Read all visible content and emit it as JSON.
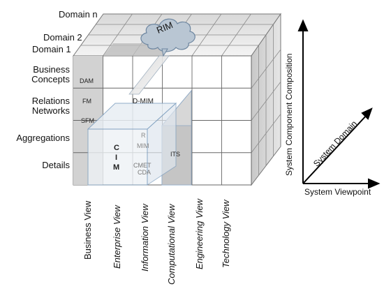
{
  "domains": [
    "Domain n",
    "Domain 2",
    "Domain 1"
  ],
  "rows": [
    {
      "line1": "Business",
      "line2": "Concepts"
    },
    {
      "line1": "Relations",
      "line2": "Networks"
    },
    {
      "line1": "Aggregations",
      "line2": ""
    },
    {
      "line1": "Details",
      "line2": ""
    }
  ],
  "columns": [
    {
      "label": "Business View",
      "italic": false
    },
    {
      "label": "Enterprise View",
      "italic": true
    },
    {
      "label": "Information View",
      "italic": true
    },
    {
      "label": "Computational View",
      "italic": true
    },
    {
      "label": "Engineering View",
      "italic": true
    },
    {
      "label": "Technology View",
      "italic": true
    }
  ],
  "cells": {
    "dam": "DAM",
    "fm": "FM",
    "sfm": "SFM",
    "dmim": "D-MIM",
    "rmim_r": "R",
    "rmim_mim": "MIM",
    "cmet": "CMET",
    "cda": "CDA",
    "its": "ITS",
    "cim_c": "C",
    "cim_i": "I",
    "cim_m": "M",
    "rim": "RIM"
  },
  "axes": {
    "vertical": "System Component Composition",
    "diagonal": "System Domain",
    "horizontal": "System Viewpoint"
  }
}
